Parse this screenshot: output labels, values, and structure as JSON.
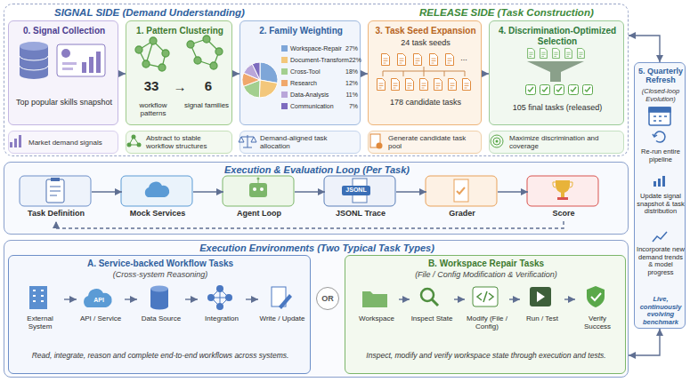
{
  "diagram": {
    "nodes": [
      {
        "text": [
          "SIGNAL SIDE (Demand Understanding)",
          "RELEASE SIDE (Task Construction)"
        ]
      },
      {
        "text": [
          "0. Signal Collection",
          "Top popular skills snapshot"
        ],
        "in": 0
      },
      {
        "text": [
          "1. Pattern Clustering",
          "33",
          "→",
          "6",
          "workflow patterns",
          "signal families"
        ],
        "in": 0
      },
      {
        "text": [
          "2. Family Weighting"
        ],
        "in": 0
      },
      {
        "text": [
          "3. Task Seed Expansion",
          "24 task seeds",
          "178 candidate tasks"
        ],
        "in": 0
      },
      {
        "text": [
          "4. Discrimination-Optimized Selection",
          "105 final tasks (released)"
        ],
        "in": 0
      },
      {
        "text": [
          "Market demand signals"
        ],
        "in": 0
      },
      {
        "text": [
          "Abstract to stable workflow structures"
        ],
        "in": 0
      },
      {
        "text": [
          "Demand-aligned task allocation"
        ],
        "in": 0
      },
      {
        "text": [
          "Generate candidate task pool"
        ],
        "in": 0
      },
      {
        "text": [
          "Maximize discrimination and coverage"
        ],
        "in": 0
      },
      {
        "text": [
          "5. Quarterly Refresh",
          "(Closed-loop Evolution)",
          "Re-run entire pipeline",
          "Update signal snapshot & task distribution",
          "Incorporate new demand trends & model progress",
          "Live, continuously evolving benchmark"
        ]
      },
      {
        "text": [
          "Execution & Evaluation Loop (Per Task)"
        ]
      },
      {
        "text": [
          "Task Definition"
        ],
        "in": 12
      },
      {
        "text": [
          "Mock Services"
        ],
        "in": 12
      },
      {
        "text": [
          "Agent Loop"
        ],
        "in": 12
      },
      {
        "text": [
          "JSONL Trace"
        ],
        "in": 12
      },
      {
        "text": [
          "Grader"
        ],
        "in": 12
      },
      {
        "text": [
          "Score"
        ],
        "in": 12
      },
      {
        "text": [
          "Execution Environments (Two Typical Task Types)"
        ]
      },
      {
        "text": [
          "A. Service-backed Workflow Tasks",
          "(Cross-system Reasoning)",
          "Read, integrate, reason and complete end-to-end workflows across systems."
        ],
        "in": 19
      },
      {
        "text": [
          "External System"
        ],
        "in": 20
      },
      {
        "text": [
          "API / Service"
        ],
        "in": 20
      },
      {
        "text": [
          "Data Source"
        ],
        "in": 20
      },
      {
        "text": [
          "Integration"
        ],
        "in": 20
      },
      {
        "text": [
          "Write / Update"
        ],
        "in": 20
      },
      {
        "text": [
          "OR"
        ],
        "in": 19
      },
      {
        "text": [
          "B. Workspace Repair Tasks",
          "(File / Config Modification & Verification)",
          "Inspect, modify and verify workspace state through execution and tests."
        ],
        "in": 19
      },
      {
        "text": [
          "Workspace"
        ],
        "in": 27
      },
      {
        "text": [
          "Inspect State"
        ],
        "in": 27
      },
      {
        "text": [
          "Modify (File / Config)"
        ],
        "in": 27
      },
      {
        "text": [
          "Run / Test"
        ],
        "in": 27
      },
      {
        "text": [
          "Verify Success"
        ],
        "in": 27
      }
    ],
    "edges": [
      {
        "from": 1,
        "to": 2,
        "arrow": "to"
      },
      {
        "from": 2,
        "to": 3,
        "arrow": "to"
      },
      {
        "from": 3,
        "to": 4,
        "arrow": "to"
      },
      {
        "from": 4,
        "to": 5,
        "arrow": "to"
      },
      {
        "from": 0,
        "to": 11,
        "arrow": "both"
      },
      {
        "from": 13,
        "to": 14,
        "arrow": "to"
      },
      {
        "from": 14,
        "to": 15,
        "arrow": "to"
      },
      {
        "from": 15,
        "to": 16,
        "arrow": "to"
      },
      {
        "from": 16,
        "to": 17,
        "arrow": "to"
      },
      {
        "from": 17,
        "to": 18,
        "arrow": "to"
      },
      {
        "from": 18,
        "to": 13,
        "arrow": "to"
      },
      {
        "from": 21,
        "to": 22,
        "arrow": "to"
      },
      {
        "from": 22,
        "to": 23,
        "arrow": "to"
      },
      {
        "from": 23,
        "to": 24,
        "arrow": "to"
      },
      {
        "from": 24,
        "to": 25,
        "arrow": "to"
      },
      {
        "from": 28,
        "to": 29,
        "arrow": "to"
      },
      {
        "from": 29,
        "to": 30,
        "arrow": "to"
      },
      {
        "from": 30,
        "to": 31,
        "arrow": "to"
      },
      {
        "from": 31,
        "to": 32,
        "arrow": "to"
      },
      {
        "from": 19,
        "to": 11,
        "arrow": "both"
      }
    ],
    "labels": [
      "27%",
      "22%",
      "18%",
      "12%",
      "11%",
      "7%",
      "...",
      "JSONL",
      "API"
    ],
    "legend": [
      {
        "text": "Workspace-Repair",
        "color": "#7ea6d8"
      },
      {
        "text": "Document-Transform",
        "color": "#f3c77b"
      },
      {
        "text": "Cross-Tool",
        "color": "#a3cf8f"
      },
      {
        "text": "Research",
        "color": "#f0a86c"
      },
      {
        "text": "Data-Analysis",
        "color": "#b9a6d9"
      },
      {
        "text": "Communication",
        "color": "#7d6bbf"
      }
    ]
  }
}
